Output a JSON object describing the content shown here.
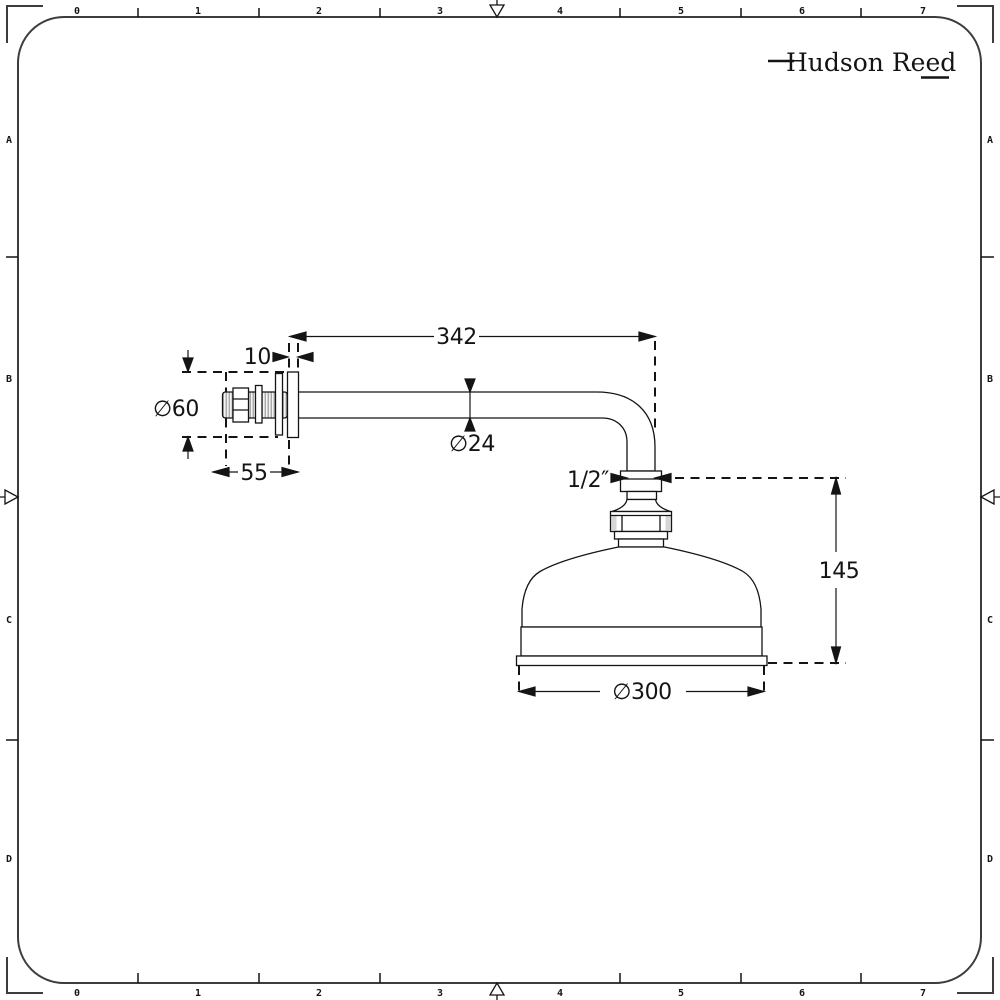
{
  "logo": {
    "text": "Hudson Reed"
  },
  "ruler": {
    "top_numbers": [
      "0",
      "1",
      "2",
      "3",
      "4",
      "5",
      "6",
      "7"
    ],
    "bottom_numbers": [
      "0",
      "1",
      "2",
      "3",
      "4",
      "5",
      "6",
      "7"
    ],
    "left_letters": [
      "A",
      "B",
      "C",
      "D"
    ],
    "right_letters": [
      "A",
      "B",
      "C",
      "D"
    ]
  },
  "dimensions": {
    "arm_length": "342",
    "flange_thickness": "10",
    "flange_diameter": "∅60",
    "wall_fitting_length": "55",
    "arm_diameter": "∅24",
    "connector_size": "1/2″",
    "head_height": "145",
    "head_diameter": "∅300"
  },
  "colors": {
    "line": "#141414",
    "frame": "#3c3c3c",
    "background": "#ffffff",
    "thread_shading": "#8a8a8a"
  }
}
